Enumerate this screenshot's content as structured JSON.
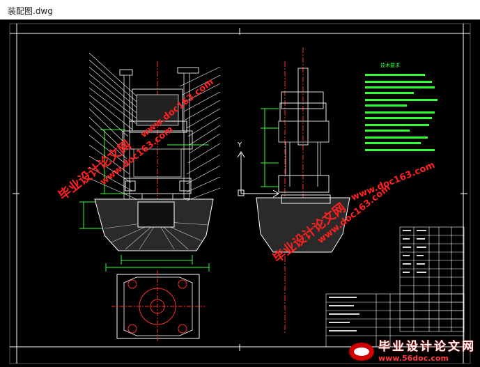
{
  "window": {
    "title": "装配图.dwg"
  },
  "drawing": {
    "axis_label": "Y",
    "tech_req_title": "技术要求",
    "colors": {
      "background": "#000000",
      "frame": "#ffffff",
      "part": "#d0d0d0",
      "centerline": "#ff3030",
      "dimension": "#33ff33",
      "hatch": "#ffffff",
      "leader": "#ffffff"
    }
  },
  "watermarks": {
    "text_cn": "毕业设计论文网",
    "text_url": "www.doc163.com"
  },
  "footer": {
    "brand_cn": "毕业设计论文网",
    "brand_url": "www.56doc.com"
  }
}
